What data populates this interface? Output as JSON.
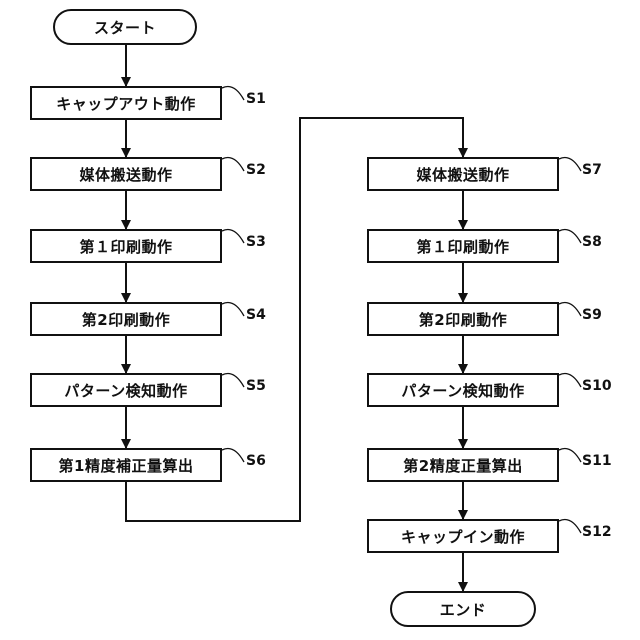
{
  "terminals": {
    "start": "スタート",
    "end": "エンド"
  },
  "left_column": [
    {
      "id": "S1",
      "text": "キャップアウト動作"
    },
    {
      "id": "S2",
      "text": "媒体搬送動作"
    },
    {
      "id": "S3",
      "text": "第１印刷動作"
    },
    {
      "id": "S4",
      "text": "第2印刷動作"
    },
    {
      "id": "S5",
      "text": "パターン検知動作"
    },
    {
      "id": "S6",
      "text": "第1精度補正量算出"
    }
  ],
  "right_column": [
    {
      "id": "S7",
      "text": "媒体搬送動作"
    },
    {
      "id": "S8",
      "text": "第１印刷動作"
    },
    {
      "id": "S9",
      "text": "第2印刷動作"
    },
    {
      "id": "S10",
      "text": "パターン検知動作"
    },
    {
      "id": "S11",
      "text": "第2精度正量算出"
    },
    {
      "id": "S12",
      "text": "キャップイン動作"
    }
  ]
}
